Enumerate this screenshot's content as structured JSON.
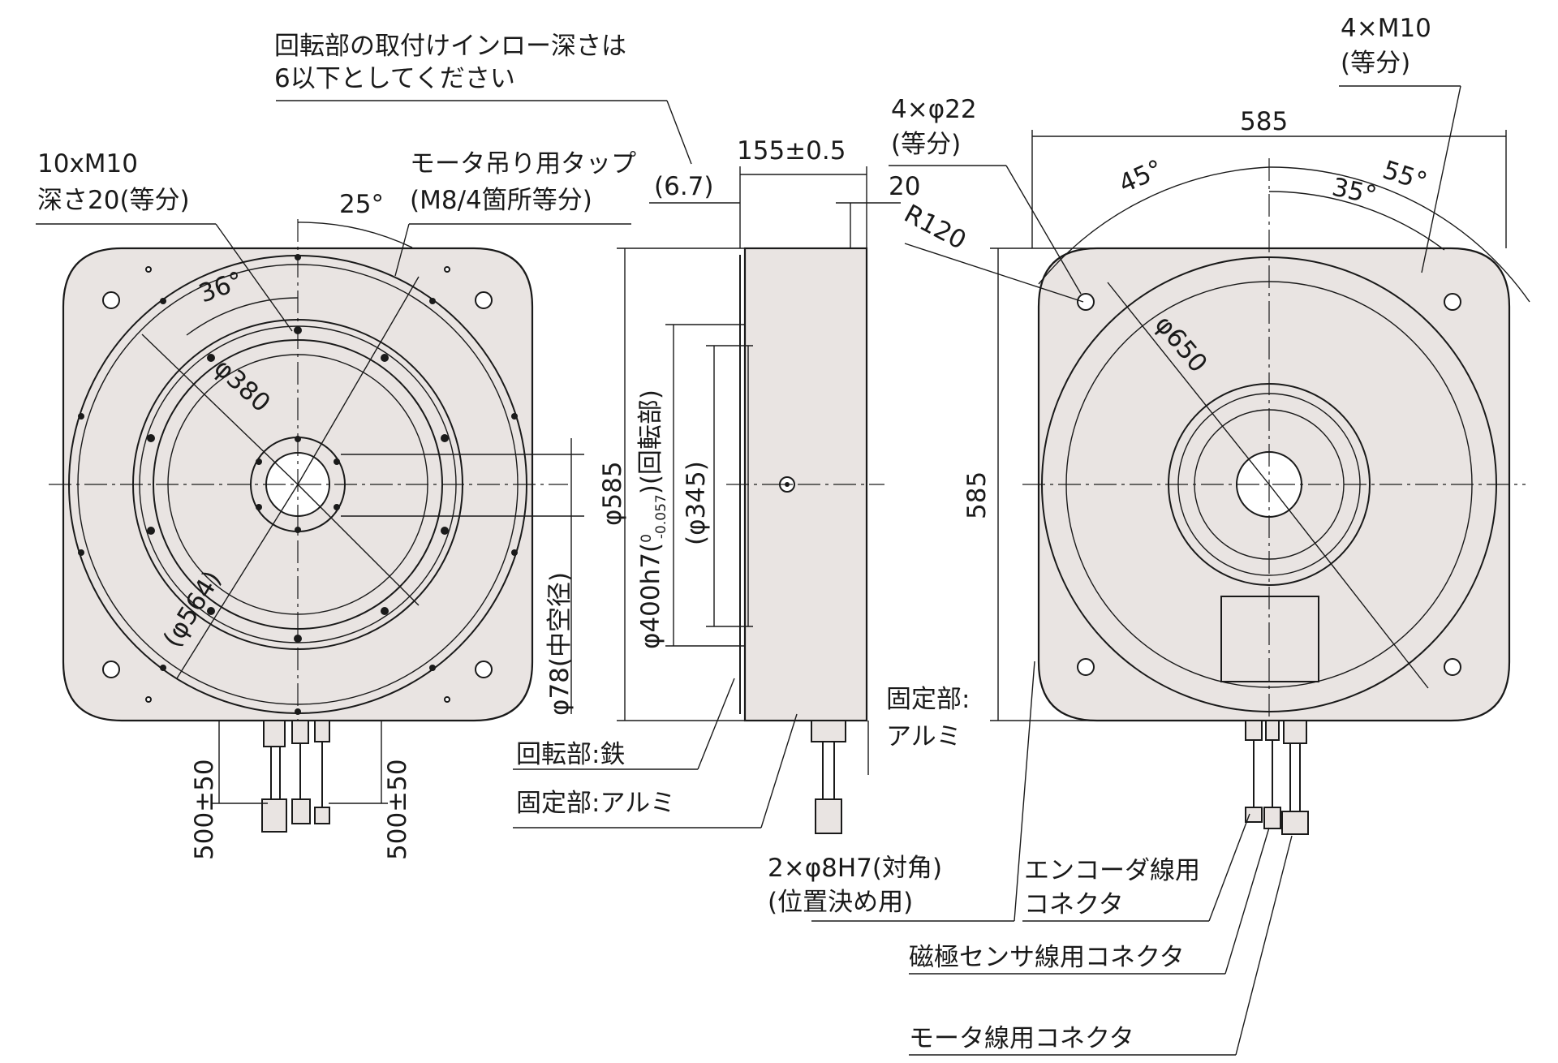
{
  "labels": {
    "inro_line1": "回転部の取付けインロー深さは",
    "inro_line2": "6以下としてください",
    "tap_line1": "10xM10",
    "tap_line2": "深さ20(等分)",
    "lift_line1": "モータ吊り用タップ",
    "lift_line2": "(M8/4箇所等分)",
    "angle_25": "25°",
    "angle_36": "36°",
    "dia_380": "φ380",
    "dia_564": "(φ564)",
    "dim_6_7": "(6.7)",
    "dim_155": "155±0.5",
    "dim_20": "20",
    "dia_585": "φ585",
    "dia_400": "φ400h7(",
    "dia_400_tol_hi": "0",
    "dia_400_tol_lo": "-0.057",
    "dia_400_rot": ")(回転部)",
    "dia_345": "(φ345)",
    "dia_78": "φ78(中空径)",
    "rot_iron": "回転部:鉄",
    "fixed_alum_1": "固定部:アルミ",
    "fixed_alum_2a": "固定部:",
    "fixed_alum_2b": "アルミ",
    "pin_line1": "2×φ8H7(対角)",
    "pin_line2": "(位置決め用)",
    "cable_500_a": "500±50",
    "cable_500_b": "500±50",
    "holes22_line1": "4×φ22",
    "holes22_line2": "(等分)",
    "m10_line1": "4×M10",
    "m10_line2": "(等分)",
    "dim_585_top": "585",
    "dim_585_side": "585",
    "angle_45": "45°",
    "angle_55": "55°",
    "angle_35": "35°",
    "r120": "R120",
    "dia_650": "φ650",
    "encoder_line1": "エンコーダ線用",
    "encoder_line2": "コネクタ",
    "pole_sensor": "磁極センサ線用コネクタ",
    "motor_conn": "モータ線用コネクタ"
  }
}
